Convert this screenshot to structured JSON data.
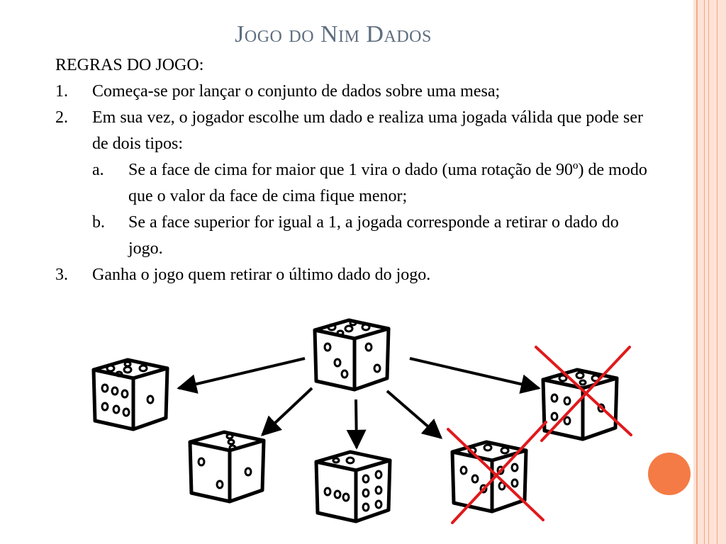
{
  "slide": {
    "title": "Jogo do Nim Dados",
    "heading": "REGRAS DO JOGO:",
    "rules": [
      {
        "num": "1.",
        "text": "Começa-se por lançar o conjunto de dados sobre uma mesa;"
      },
      {
        "num": "2.",
        "text": "Em sua vez, o jogador escolhe um dado e realiza uma jogada válida que pode ser de dois tipos:"
      },
      {
        "num": "a.",
        "text": "Se a face de cima for maior que 1  vira o dado (uma rotação de 90º) de modo que o valor da face de cima fique menor;"
      },
      {
        "num": "b.",
        "text": "Se a face superior for igual a 1, a jogada corresponde a retirar o dado do jogo."
      },
      {
        "num": "3.",
        "text": "Ganha o jogo quem retirar o último dado do jogo."
      }
    ]
  },
  "colors": {
    "accent": "#f47b45",
    "border": "#f2a88a",
    "cross": "#e0191c",
    "title": "#5e6e7e"
  }
}
